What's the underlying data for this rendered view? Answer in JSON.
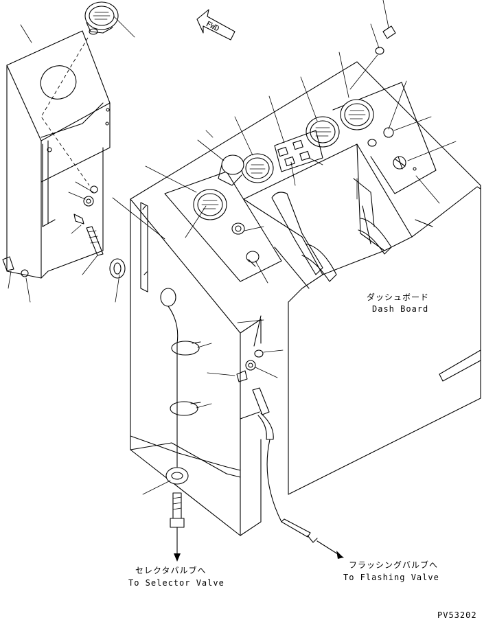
{
  "direction_label": "FWD",
  "dash_board": {
    "jp": "ダッシュボード",
    "en": "Dash Board"
  },
  "selector": {
    "jp": "セレクタバルブへ",
    "en": "To Selector Valve"
  },
  "flashing": {
    "jp": "フラッシングバルブへ",
    "en": "To Flashing Valve"
  },
  "drawing_code": "PV53202"
}
